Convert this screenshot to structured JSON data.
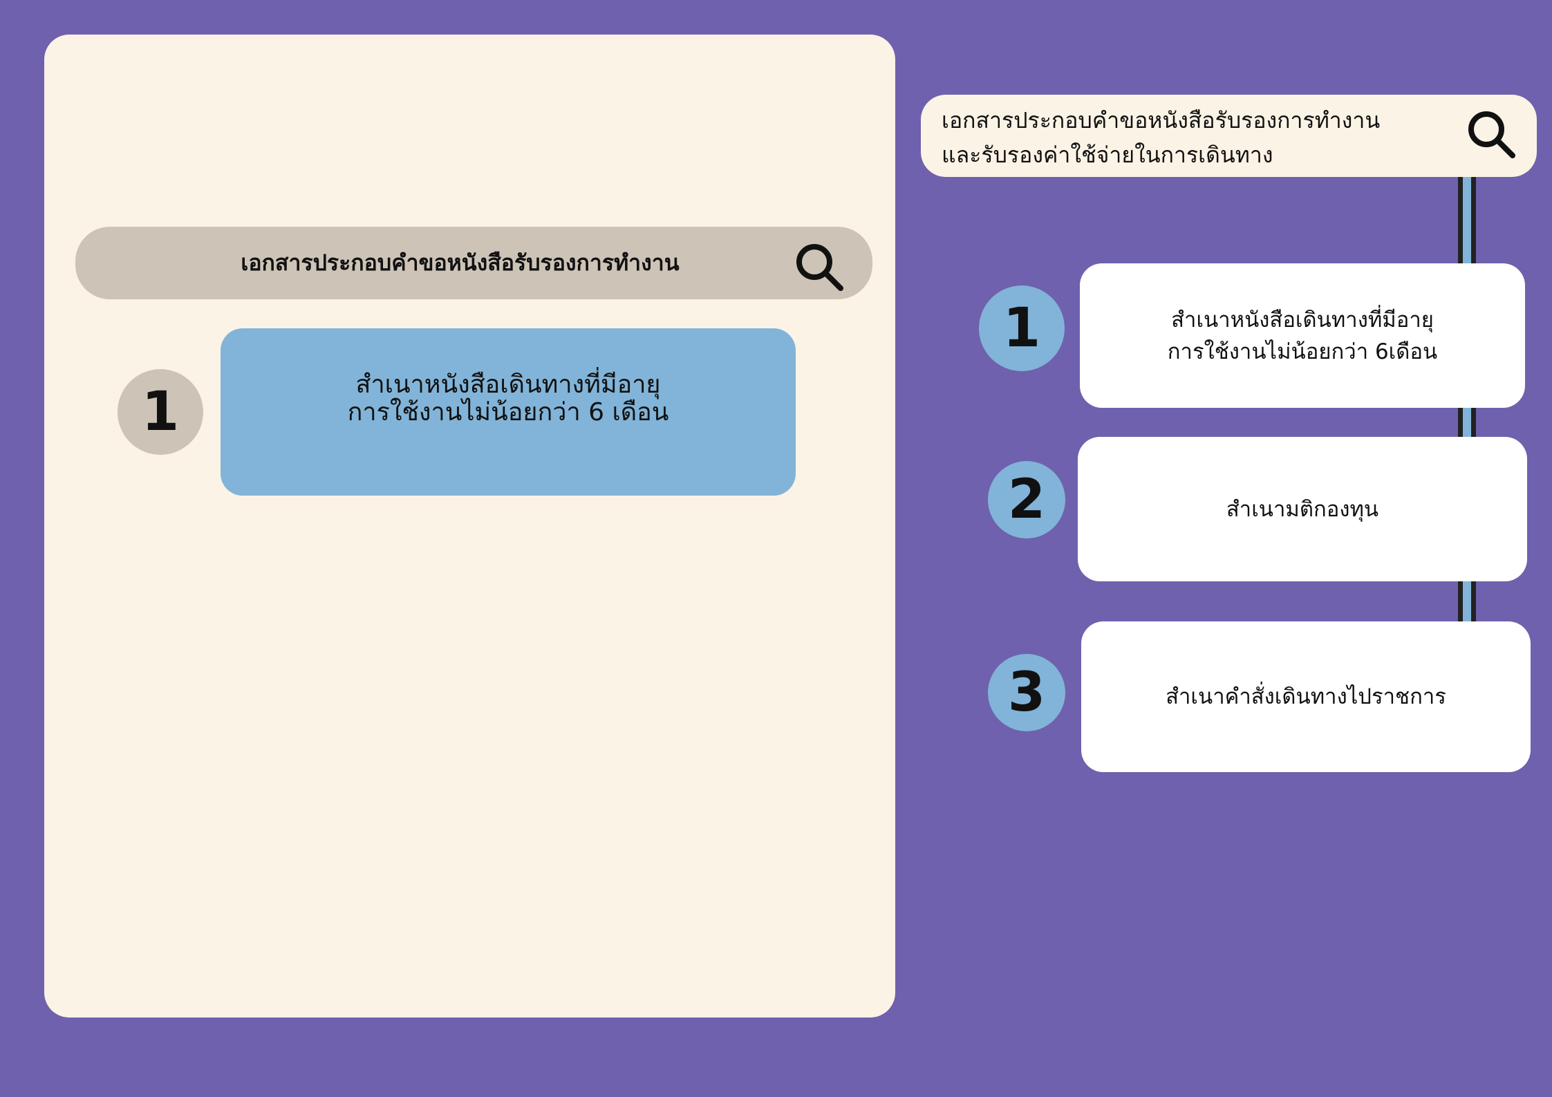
{
  "left_panel": {
    "search_bar": {
      "label": "เอกสารประกอบคำขอหนังสือรับรองการทำงาน",
      "icon": "search-icon"
    },
    "item": {
      "number": "1",
      "line1": "สำเนาหนังสือเดินทางที่มีอายุ",
      "line2": "การใช้งานไม่น้อยกว่า 6 เดือน"
    }
  },
  "right_panel": {
    "header": {
      "line1": "เอกสารประกอบคำขอหนังสือรับรองการทำงาน",
      "line2": "และรับรองค่าใช้จ่ายในการเดินทาง",
      "icon": "search-icon"
    },
    "items": [
      {
        "number": "1",
        "line1": "สำเนาหนังสือเดินทางที่มีอายุ",
        "line2": "การใช้งานไม่น้อยกว่า 6เดือน"
      },
      {
        "number": "2",
        "line1": "สำเนามติกองทุน"
      },
      {
        "number": "3",
        "line1": "สำเนาคำสั่งเดินทางไปราชการ"
      }
    ]
  },
  "colors": {
    "background": "#6f61ad",
    "panel": "#fbf3e6",
    "beige": "#cdc3b7",
    "blue": "#81b4d8"
  }
}
